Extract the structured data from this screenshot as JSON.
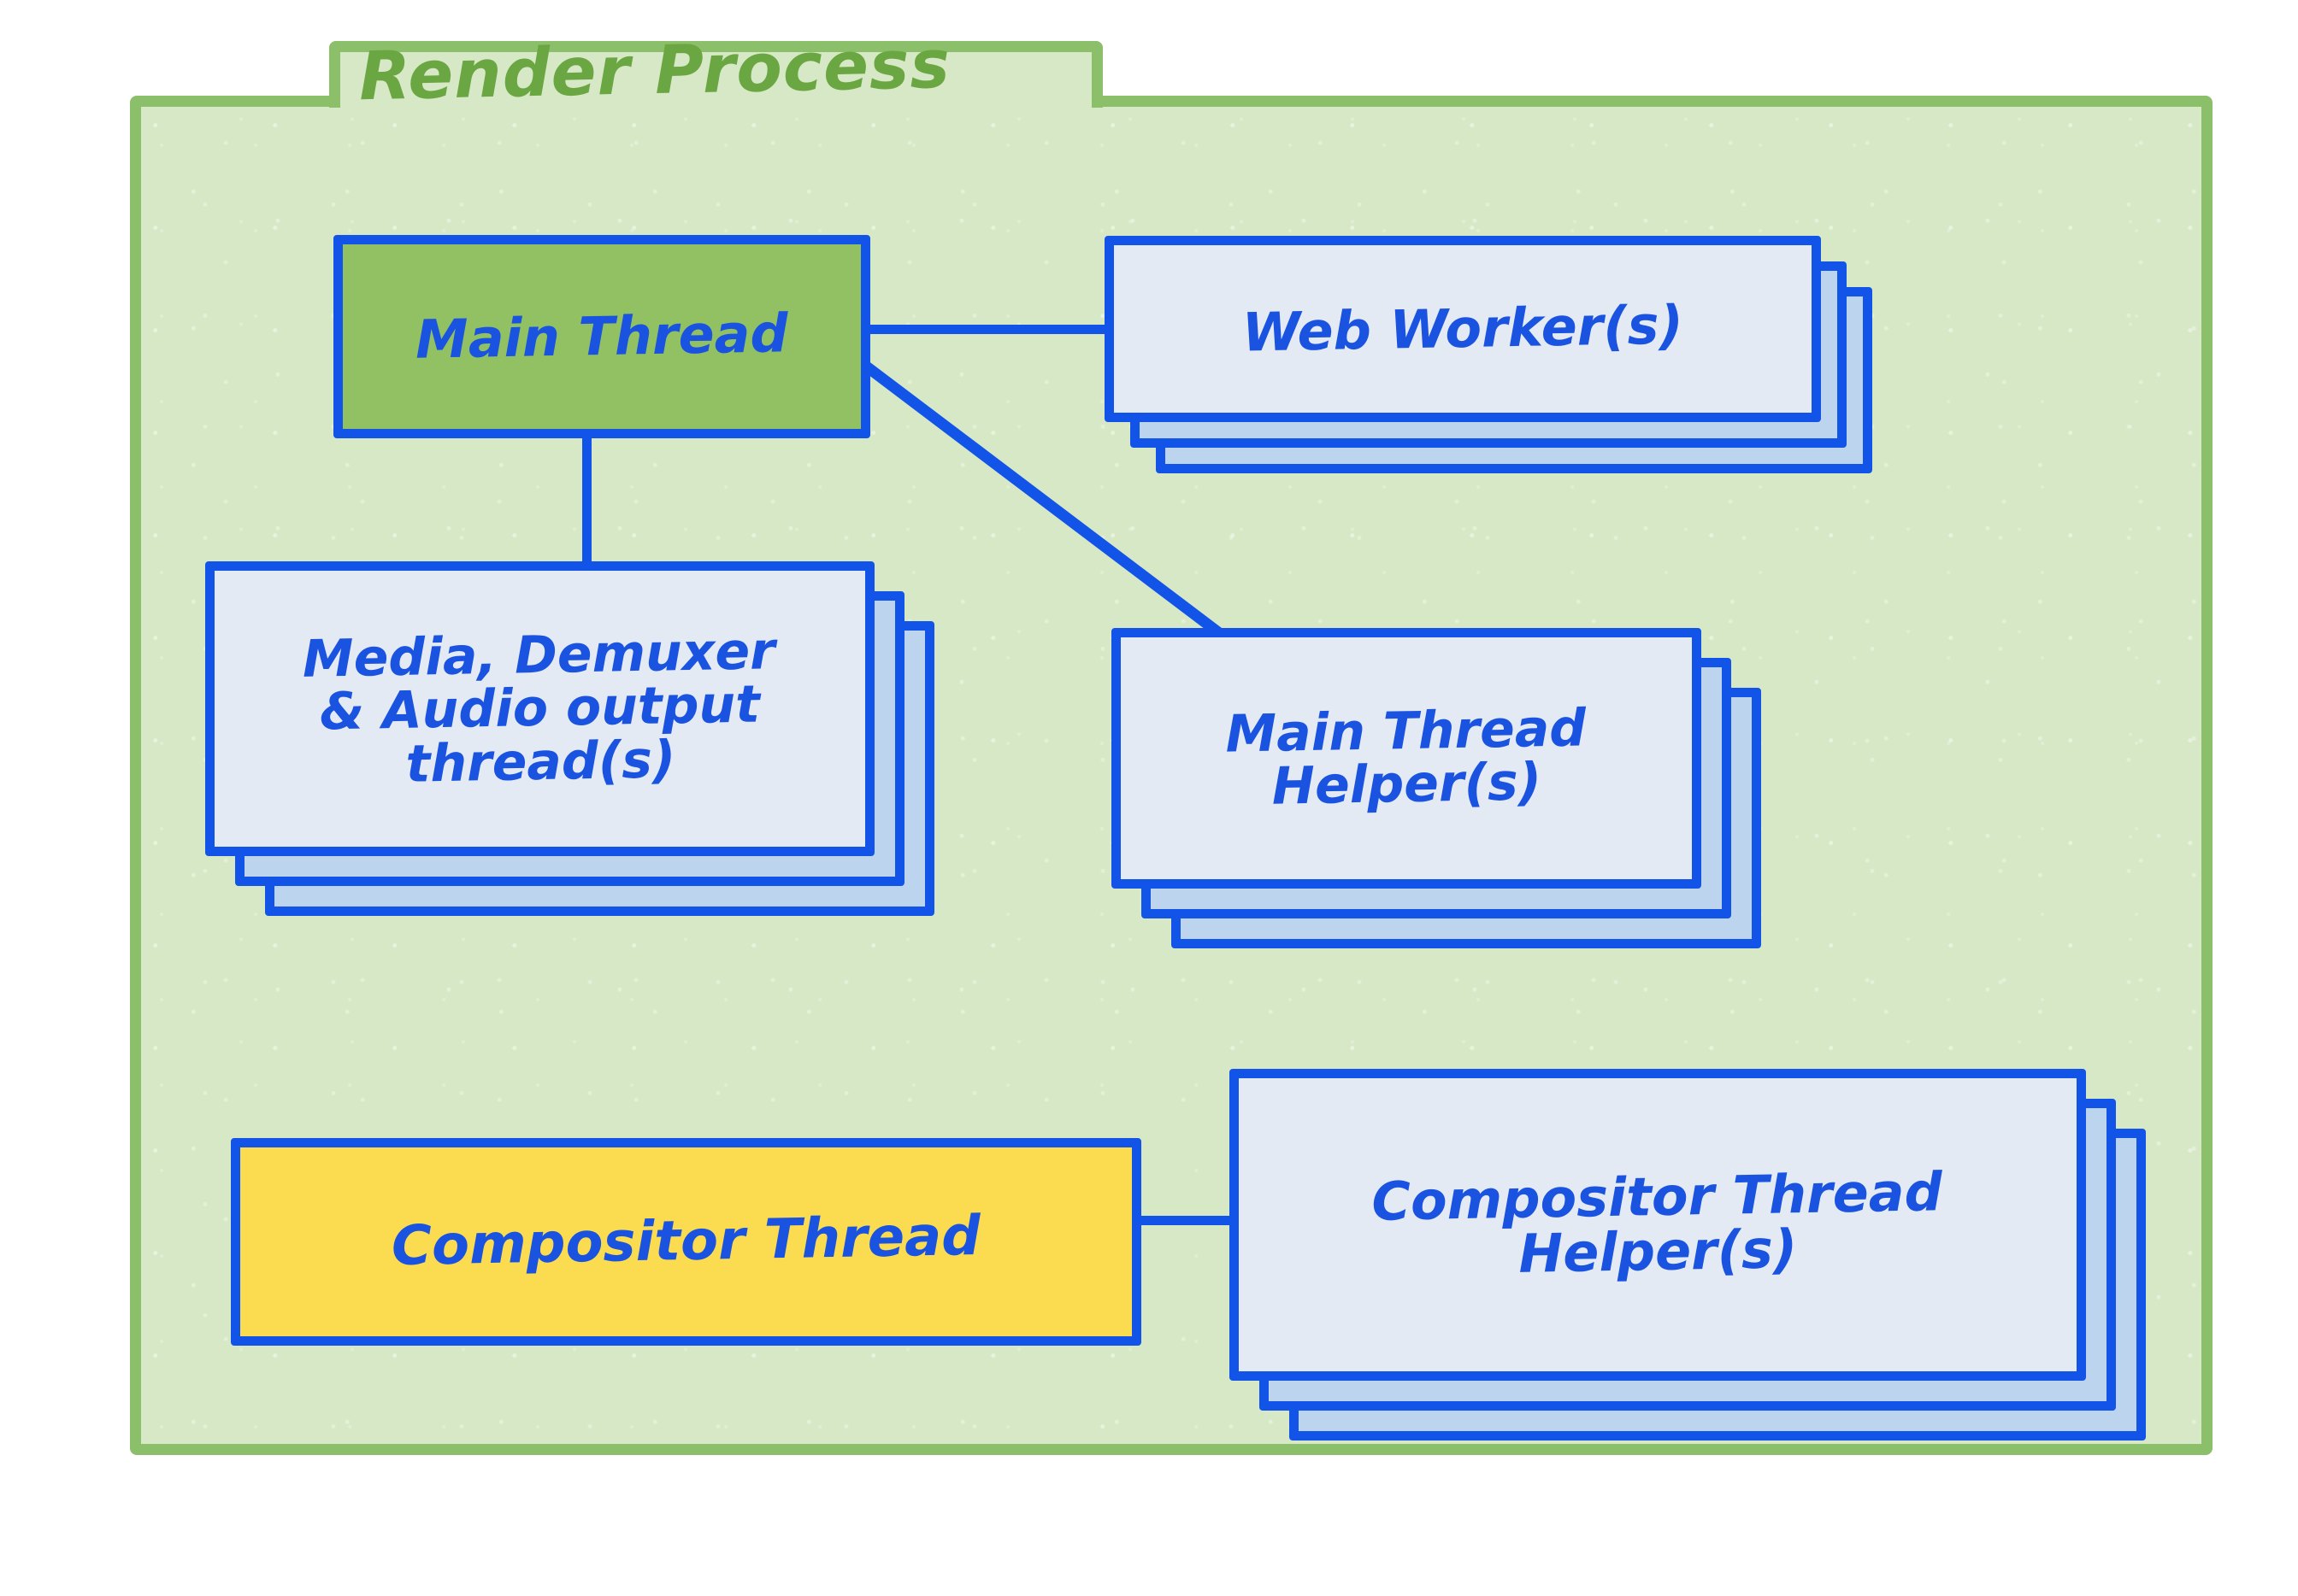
{
  "diagram": {
    "title": "Render Process",
    "type": "process-thread-architecture",
    "colors": {
      "container_fill": "#d6e8c5",
      "container_border": "#8cbf69",
      "title_text": "#6aa641",
      "node_border": "#1254e8",
      "node_text": "#1a53e0",
      "main_thread_fill": "#91c163",
      "compositor_thread_fill": "#fbdc50",
      "paper_card_fill": "#e4eaf4",
      "stacked_card_fill": "#bdd4ee"
    },
    "nodes": [
      {
        "id": "main-thread",
        "label": "Main Thread",
        "fill": "green",
        "stacked": false
      },
      {
        "id": "web-worker",
        "label": "Web Worker(s)",
        "fill": "paper",
        "stacked": true,
        "stack_count": 3
      },
      {
        "id": "media-demuxer-audio",
        "label": "Media, Demuxer\n& Audio output\nthread(s)",
        "fill": "paper",
        "stacked": true,
        "stack_count": 3
      },
      {
        "id": "main-thread-helper",
        "label": "Main Thread\nHelper(s)",
        "fill": "paper",
        "stacked": true,
        "stack_count": 3
      },
      {
        "id": "compositor-thread",
        "label": "Compositor Thread",
        "fill": "yellow",
        "stacked": false
      },
      {
        "id": "compositor-thread-helper",
        "label": "Compositor Thread\nHelper(s)",
        "fill": "paper",
        "stacked": true,
        "stack_count": 3
      }
    ],
    "connections": [
      {
        "from": "main-thread",
        "to": "web-worker",
        "style": "horizontal"
      },
      {
        "from": "main-thread",
        "to": "media-demuxer-audio",
        "style": "vertical"
      },
      {
        "from": "main-thread",
        "to": "main-thread-helper",
        "style": "diagonal"
      },
      {
        "from": "compositor-thread",
        "to": "compositor-thread-helper",
        "style": "horizontal"
      }
    ]
  }
}
